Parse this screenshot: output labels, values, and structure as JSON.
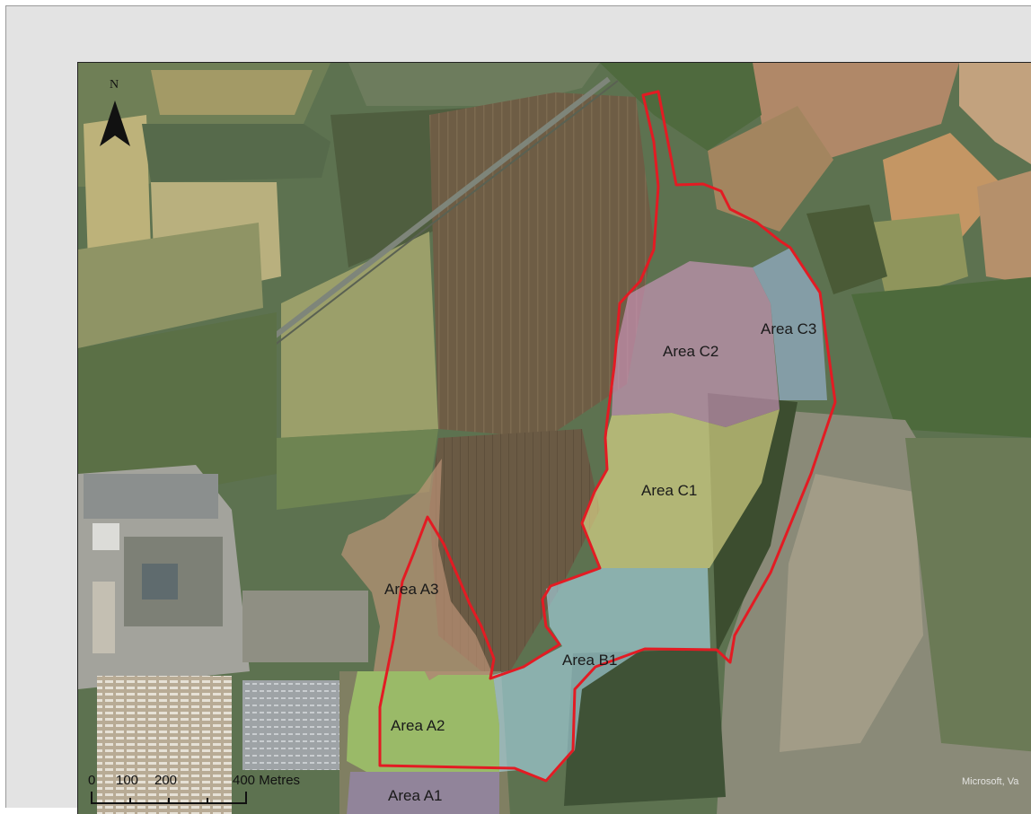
{
  "map": {
    "north_label": "N",
    "areas": {
      "A1": "Area A1",
      "A2": "Area A2",
      "A3": "Area A3",
      "B1": "Area B1",
      "C1": "Area C1",
      "C2": "Area C2",
      "C3": "Area C3"
    },
    "scale_bar": {
      "ticks": [
        "0",
        "100",
        "200",
        "400 Metres"
      ]
    },
    "attribution": "Microsoft, Va",
    "colors": {
      "site_boundary": "#e31b23",
      "area_a1": "#9a86b5",
      "area_a2": "#a6d66c",
      "area_a3": "#c79a7c",
      "area_b1": "#a8d6e6",
      "area_c1": "#e6e08e",
      "area_c2": "#d39ac4",
      "area_c3": "#9cb8dc"
    }
  }
}
